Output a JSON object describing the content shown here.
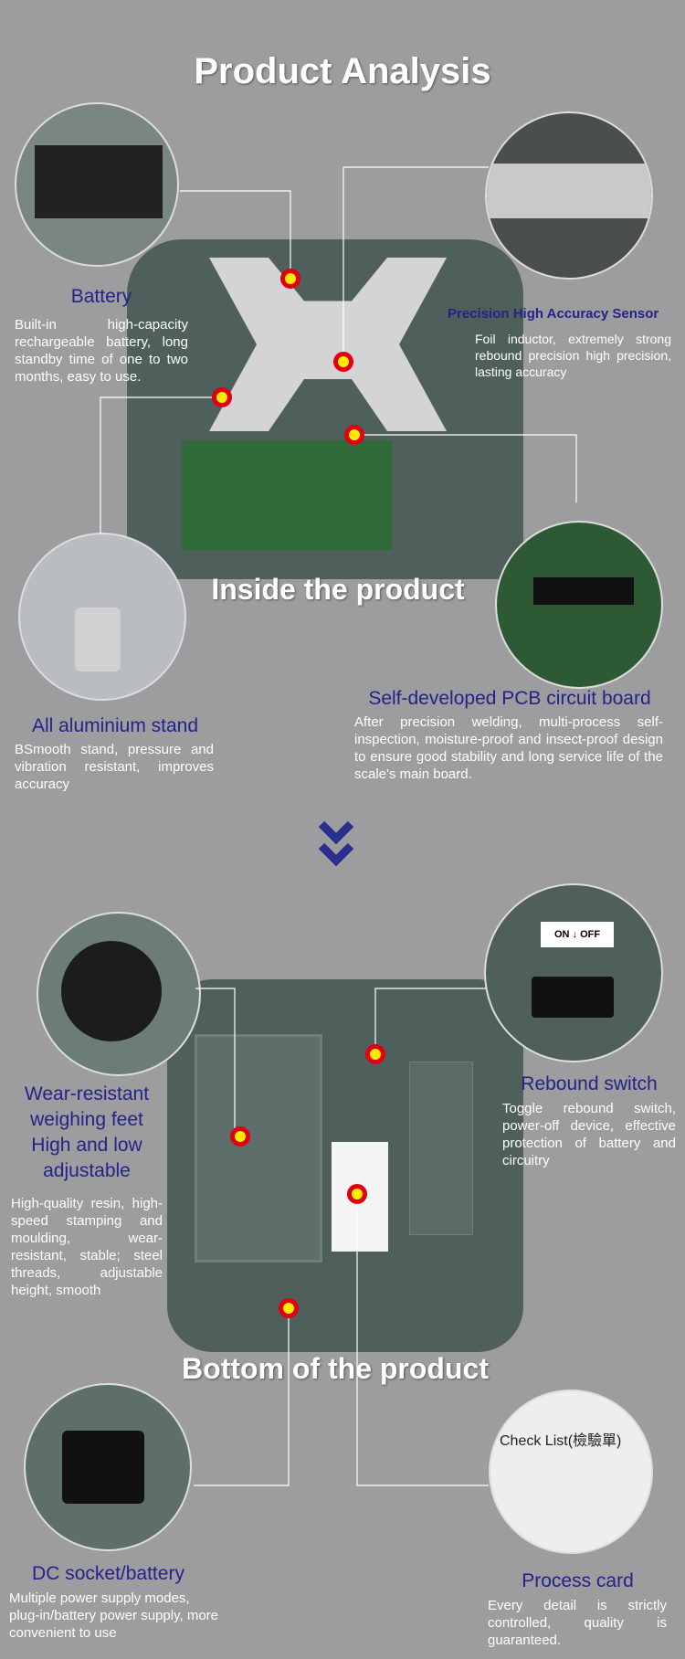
{
  "page_title": "Product Analysis",
  "section_inside": "Inside the product",
  "section_bottom": "Bottom of the product",
  "features": {
    "battery": {
      "title": "Battery",
      "text": "Built-in high-capacity rechargeable battery, long standby time of one to two months, easy to use."
    },
    "sensor": {
      "title": "Precision High Accuracy Sensor",
      "text": "Foil inductor, extremely strong rebound precision high precision, lasting accuracy"
    },
    "stand": {
      "title": "All aluminium stand",
      "text": "BSmooth stand, pressure and vibration resistant, improves accuracy"
    },
    "pcb": {
      "title": "Self-developed PCB circuit board",
      "text": "After precision welding, multi-process self-inspection, moisture-proof and insect-proof design to ensure good stability and long service life of the scale's main board."
    },
    "feet": {
      "title": "Wear-resistant weighing feet High and low adjustable",
      "text": "High-quality resin, high-speed stamping and moulding, wear-resistant, stable; steel threads, adjustable height, smooth"
    },
    "switch": {
      "title": "Rebound switch",
      "text": "Toggle rebound switch, power-off device, effective protection of battery and circuitry",
      "label_on": "ON",
      "label_off": "OFF"
    },
    "dc": {
      "title": "DC socket/battery",
      "text": "Multiple power supply modes, plug-in/battery power supply, more convenient to use"
    },
    "card": {
      "title": "Process card",
      "text": "Every detail is strictly controlled, quality is guaranteed.",
      "card_heading": "Check List(檢驗單)"
    }
  },
  "colors": {
    "background": "#9d9c9e",
    "title": "#23238a",
    "accent_chevron": "#2a2f8f",
    "dot_ring": "#e00010",
    "dot_center": "#ffea00"
  }
}
